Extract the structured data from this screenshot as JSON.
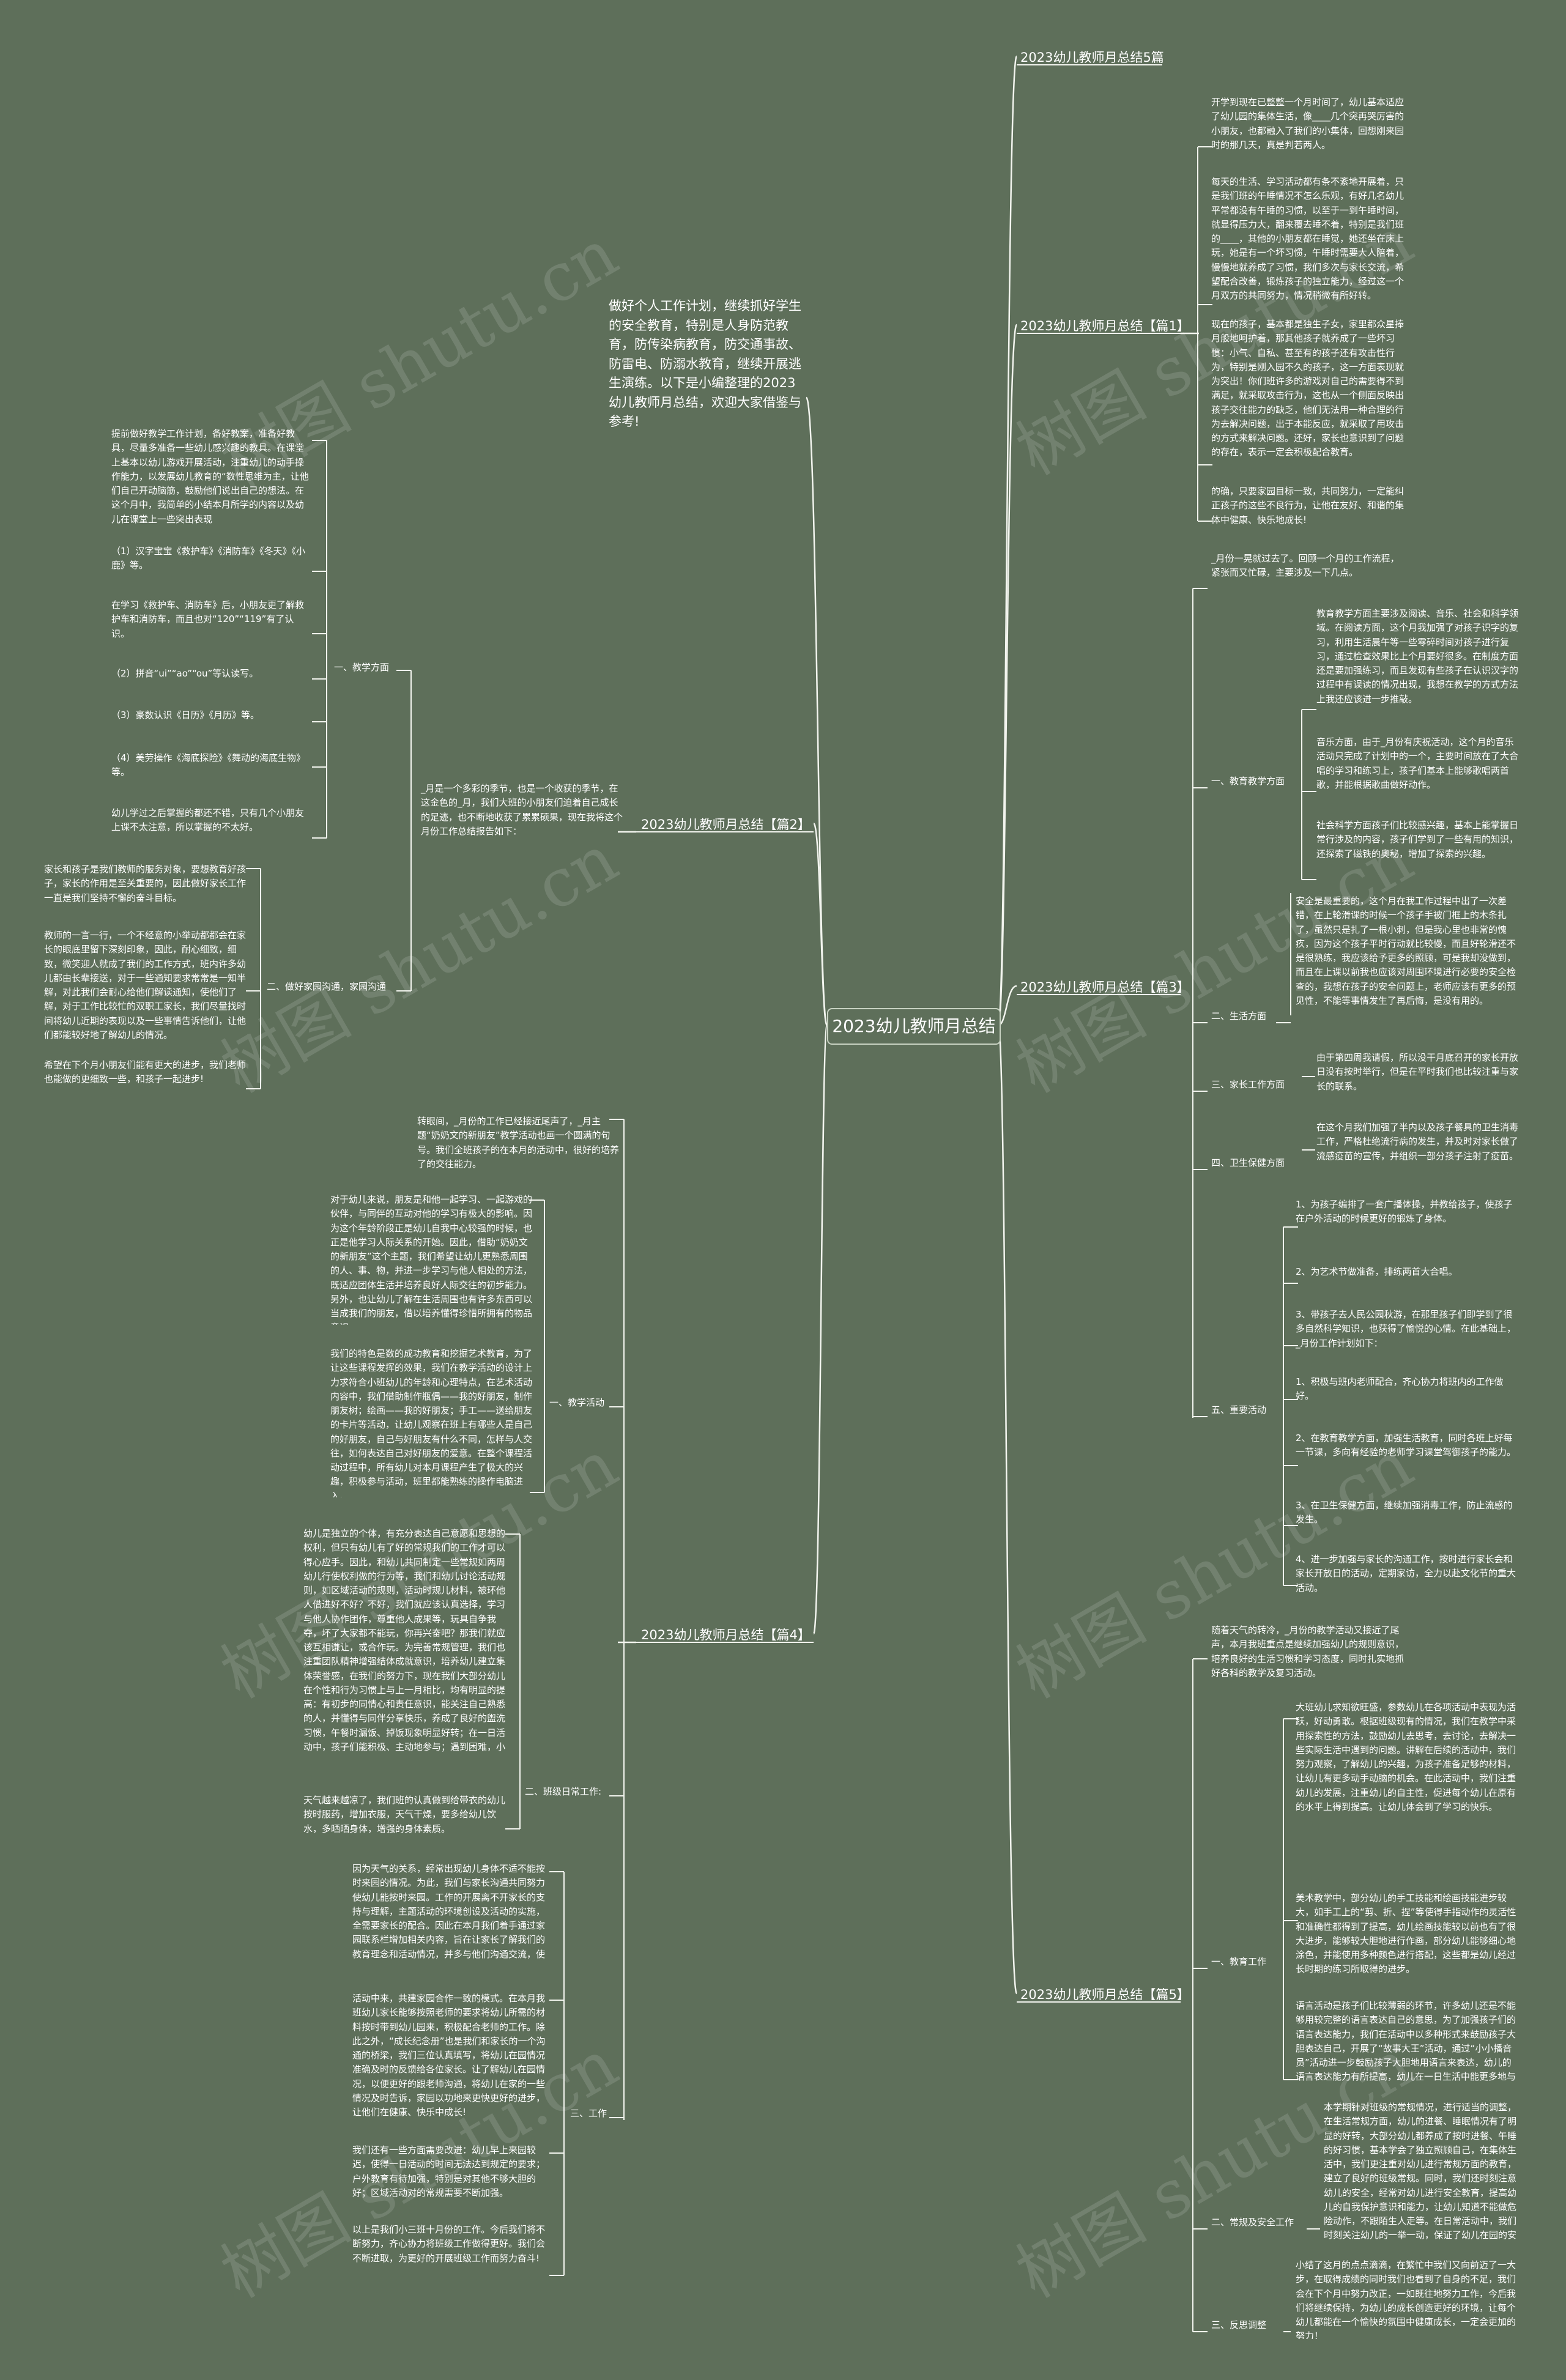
{
  "root": "2023幼儿教师月总结",
  "intro": "做好个人工作计划，继续抓好学生的安全教育，特别是人身防范教育，防传染病教育，防交通事故、防雷电、防溺水教育，继续开展逃生演练。以下是小编整理的2023幼儿教师月总结，欢迎大家借鉴与参考!",
  "watermark": "树图 shutu.cn",
  "t0": "2023幼儿教师月总结5篇",
  "p1": {
    "title": "2023幼儿教师月总结【篇1】",
    "items": [
      "开学到现在已整整一个月时间了，幼儿基本适应了幼儿园的集体生活，像____几个突再哭厉害的小朋友，也都融入了我们的小集体，回想刚来园时的那几天，真是判若两人。",
      "每天的生活、学习活动都有条不紊地开展着，只是我们班的午睡情况不怎么乐观，有好几名幼儿平常都没有午睡的习惯，以至于一到午睡时间，就显得压力大，翻来覆去睡不着，特别是我们班的____，其他的小朋友都在睡觉，她还坐在床上玩，她是有一个坏习惯，午睡时需要大人陪着，慢慢地就养成了习惯，我们多次与家长交流，希望配合改善，锻炼孩子的独立能力，经过这一个月双方的共同努力，情况稍微有所好转。",
      "现在的孩子，基本都是独生子女，家里都众星捧月般地呵护着，那其他孩子就养成了一些坏习惯：小气、自私、甚至有的孩子还有攻击性行为，特别是刚入园不久的孩子，这一方面表现就为突出！你们班许多的游戏对自己的需要得不到满足，就采取攻击行为，这也从一个侧面反映出孩子交往能力的缺乏，他们无法用一种合理的行为去解决问题，出于本能反应，就采取了用攻击的方式来解决问题。还好，家长也意识到了问题的存在，表示一定会积极配合教育。",
      "的确，只要家园目标一致，共同努力，一定能纠正孩子的这些不良行为，让他在友好、和谐的集体中健康、快乐地成长!"
    ]
  },
  "p2": {
    "title": "2023幼儿教师月总结【篇2】",
    "summary": "_月是一个多彩的季节，也是一个收获的季节，在这金色的_月，我们大班的小朋友们迫着自己成长的足迹，也不断地收获了累累硕果，现在我将这个月份工作总结报告如下：",
    "branches": [
      {
        "label": "一、教学方面",
        "items": [
          "提前做好教学工作计划，备好教案，准备好教具，尽量多准备一些幼儿感兴趣的教具。在课堂上基本以幼儿游戏开展活动，注重幼儿的动手操作能力，以发展幼儿教育的“数性思维为主，让他们自己开动脑筋，鼓励他们说出自己的想法。在这个月中，我简单的小结本月所学的内容以及幼儿在课堂上一些突出表现",
          "（1）汉字宝宝《救护车》《消防车》《冬天》《小鹿》等。",
          "在学习《救护车、消防车》后，小朋友更了解救护车和消防车，而且也对“120”“119”有了认识。",
          "（2）拼音“ui”“ao”“ou”等认读写。",
          "（3）豪数认识《日历》《月历》等。",
          "（4）美劳操作《海底探险》《舞动的海底生物》等。",
          "幼儿学过之后掌握的都还不错，只有几个小朋友上课不太注意，所以掌握的不太好。"
        ]
      },
      {
        "label": "二、做好家园沟通，家园沟通",
        "items": [
          "家长和孩子是我们教师的服务对象，要想教育好孩子，家长的作用是至关重要的，因此做好家长工作一直是我们坚持不懈的奋斗目标。",
          "教师的一言一行，一个不经意的小举动都都会在家长的眼底里留下深刻印象，因此，耐心细致，细致，微笑迎人就成了我们的工作方式，班内许多幼儿都由长辈接送，对于一些通知要求常常是一知半解，对此我们会耐心给他们解读通知，使他们了解，对于工作比较忙的双职工家长，我们尽量找时间将幼儿近期的表现以及一些事情告诉他们，让他们都能较好地了解幼儿的情况。",
          "希望在下个月小朋友们能有更大的进步，我们老师也能做的更细致一些，和孩子一起进步!"
        ]
      }
    ]
  },
  "p3": {
    "title": "2023幼儿教师月总结【篇3】",
    "summary": "_月份一晃就过去了。回顾一个月的工作流程，紧张而又忙碌，主要涉及一下几点。",
    "branches": [
      {
        "label": "一、教育教学方面",
        "items": [
          "教育教学方面主要涉及阅读、音乐、社会和科学领域。在阅读方面，这个月我加强了对孩子识字的复习，利用生活晨午等一些零碎时间对孩子进行复习，通过检查效果比上个月要好很多。在制度方面还是要加强练习，而且发现有些孩子在认识汉字的过程中有误读的情况出现，我想在教学的方式方法上我还应该进一步推敲。",
          "音乐方面，由于_月份有庆祝活动，这个月的音乐活动只完成了计划中的一个，主要时间放在了大合唱的学习和练习上，孩子们基本上能够歌唱两首歌，并能根据歌曲做好动作。",
          "社会科学方面孩子们比较感兴趣，基本上能掌握日常行涉及的内容，孩子们学到了一些有用的知识，还探索了磁铁的奥秘，增加了探索的兴趣。"
        ]
      },
      {
        "label": "二、生活方面",
        "items": [
          "安全是最重要的，这个月在我工作过程中出了一次差错，在上轮滑课的时候一个孩子手被门框上的木条扎了，虽然只是扎了一根小刺，但是我心里也非常的愧疚，因为这个孩子平时行动就比较慢，而且好轮滑还不是很熟练，我应该给予更多的照顾，可是我却没做到，而且在上课以前我也应该对周围环境进行必要的安全检查的，我想在孩子的安全问题上，老师应该有更多的预见性，不能等事情发生了再后悔，是没有用的。"
        ]
      },
      {
        "label": "三、家长工作方面",
        "items": [
          "由于第四周我请假，所以没干月底召开的家长开放日没有按时举行，但是在平时我们也比较注重与家长的联系。"
        ]
      },
      {
        "label": "四、卫生保健方面",
        "items": [
          "在这个月我们加强了半内以及孩子餐具的卫生消毒工作，严格杜绝流行病的发生，并及时对家长做了流感疫苗的宣传，并组织一部分孩子注射了疫苗。"
        ]
      },
      {
        "label": "五、重要活动",
        "items": [
          "1、为孩子编排了一套广播体操，并教给孩子，使孩子在户外活动的时候更好的锻炼了身体。",
          "2、为艺术节做准备，排练两首大合唱。",
          "3、带孩子去人民公园秋游，在那里孩子们即学到了很多自然科学知识，也获得了愉悦的心情。在此基础上，_月份工作计划如下：",
          "1、积极与班内老师配合，齐心协力将班内的工作做好。",
          "2、在教育教学方面，加强生活教育，同时各班上好每一节课，多向有经验的老师学习课堂驾御孩子的能力。",
          "3、在卫生保健方面，继续加强消毒工作，防止流感的发生。",
          "4、进一步加强与家长的沟通工作，按时进行家长会和家长开放日的活动，定期家访，全力以赴文化节的重大活动。"
        ]
      }
    ]
  },
  "p4": {
    "title": "2023幼儿教师月总结【篇4】",
    "summary": "转眼间，_月份的工作已经接近尾声了，_月主题“奶奶文的新朋友”教学活动也画一个圆满的句号。我们全班孩子的在本月的活动中，很好的培养了的交往能力。",
    "branches": [
      {
        "label": "一、教学活动",
        "items": [
          "对于幼儿来说，朋友是和他一起学习、一起游戏的伙伴，与同伴的互动对他的学习有极大的影响。因为这个年龄阶段正是幼儿自我中心较强的时候，也正是他学习人际关系的开始。因此，借助“奶奶文的新朋友”这个主题，我们希望让幼儿更熟悉周围的人、事、物，并进一步学习与他人相处的方法，既适应团体生活并培养良好人际交往的初步能力。另外，也让幼儿了解在生活周围也有许多东西可以当成我们的朋友，借以培养懂得珍惜所拥有的物品意识。",
          "我们的特色是数的成功教育和挖掘艺术教育，为了让这些课程发挥的效果，我们在教学活动的设计上力求符合小班幼儿的年龄和心理特点，在艺术活动内容中，我们借助制作瓶偶——我的好朋友，制作朋友树；绘画——我的好朋友；手工——送给朋友的卡片等活动，让幼儿观察在班上有哪些人是自己的好朋友，自己与好朋友有什么不同，怎样与人交往，如何表达自己对好朋友的爱意。在整个课程活动过程中，所有幼儿对本月课程产生了极大的兴趣，积极参与活动，班里都能熟练的操作电脑进入。"
        ]
      },
      {
        "label": "二、班级日常工作:",
        "items": [
          "幼儿是独立的个体，有充分表达自己意愿和思想的权利，但只有幼儿有了好的常规我们的工作才可以得心应手。因此，和幼儿共同制定一些常规如两周幼儿行使权利做的行为等，我们和幼儿讨论活动规则，如区域活动的规则，活动时规儿材料，被环他人借进好不好？不好，我们就应该认真选择，学习与他人协作团作，尊重他人成果等，玩具自争我夺，坏了大家都不能玩，你再兴奋吧？那我们就应该互相谦让，或合作玩。为完善常规管理，我们也注重团队精神增强结体成就意识，培养幼儿建立集体荣誉感，在我们的努力下，现在我们大部分幼儿在个性和行为习惯上与上一月相比，均有明显的提高：有初步的同情心和责任意识，能关注自己熟悉的人，并懂得与同伴分享快乐，养成了良好的盥洗习惯，午餐时漏饭、掉饭现象明显好转；在一日活动中，孩子们能积极、主动地参与；遇到困难，小纠纷时，能既乐观、自信地面对。",
          "天气越来越凉了，我们班的认真做到给带衣的幼儿按时服药，增加衣服，天气干燥，要多给幼儿饮水，多晒晒身体，增强的身体素质。"
        ]
      },
      {
        "label": "三、工作",
        "items": [
          "因为天气的关系，经常出现幼儿身体不适不能按时来园的情况。为此，我们与家长沟通共同努力使幼儿能按时来园。工作的开展离不开家长的支持与理解，主题活动的环境创设及活动的实施，全需要家长的配合。因此在本月我们着手通过家园联系栏增加相关内容，旨在让家长了解我们的教育理念和活动情况，并多与他们沟通交流，使家长及时了解幼儿在园的表现和发展的情况，同时，家长也可以通过这个窗口有关获得家庭教育的知识。",
          "活动中来，共建家园合作一致的模式。在本月我班幼儿家长能够按照老师的要求将幼儿所需的材料按时带到幼儿园来，积极配合老师的工作。除此之外，“成长纪念册”也是我们和家长的一个沟通的桥梁，我们三位认真填写，将幼儿在园情况准确及时的反馈给各位家长。让了解幼儿在园情况，以便更好的跟老师沟通，将幼儿在家的一些情况及时告诉，家园以功地来更快更好的进步，让他们在健康、快乐中成长!",
          "我们还有一些方面需要改进：幼儿早上来园较迟，使得一日活动的时间无法达到规定的要求；户外教育有待加强，特别是对其他不够大胆的好；区域活动对的常规需要不断加强。",
          "以上是我们小三班十月份的工作。今后我们将不断努力，齐心协力将班级工作做得更好。我们会不断进取，为更好的开展班级工作而努力奋斗!"
        ]
      }
    ]
  },
  "p5": {
    "title": "2023幼儿教师月总结【篇5】",
    "summary": "随着天气的转冷，_月份的教学活动又接近了尾声，本月我班重点是继续加强幼儿的规则意识，培养良好的生活习惯和学习态度，同时扎实地抓好各科的教学及复习活动。",
    "branches": [
      {
        "label": "一、教育工作",
        "items": [
          "大班幼儿求知欲旺盛，参数幼儿在各项活动中表现为活跃，好动勇敢。根据班级现有的情况，我们在教学中采用探索性的方法，鼓励幼儿去思考，去讨论，去解决一些实际生活中遇到的问题。讲解在后续的活动中，我们努力观察，了解幼儿的兴趣，为孩子准备足够的材料，让幼儿有更多动手动脑的机会。在此活动中，我们注重幼儿的发展，注重幼儿的自主性，促进每个幼儿在原有的水平上得到提高。让幼儿体会到了学习的快乐。",
          "美术教学中，部分幼儿的手工技能和绘画技能进步较大，如手工上的“剪、折、捏”等使得手指动作的灵活性和准确性都得到了提高，幼儿绘画技能较以前也有了很大进步，能够较大胆地进行作画，部分幼儿能够细心地涂色，并能使用多种颜色进行搭配，这些都是幼儿经过长时期的练习所取得的进步。",
          "语言活动是孩子们比较薄弱的环节，许多幼儿还是不能够用较完整的语言表达自己的意思，为了加强孩子们的语言表达能力，我们在活动中以多种形式来鼓励孩子大胆表达自己，开展了“故事大王”活动，通过“小小播音员”活动进一步鼓励孩子大胆地用语言来表达，幼儿的语言表达能力有所提高，幼儿在一日生活中能更多地与同伴和老师交流。"
        ]
      },
      {
        "label": "二、常规及安全工作",
        "items": [
          "本学期针对班级的常规情况，进行适当的调整，在生活常规方面，幼儿的进餐、睡眠情况有了明显的好转，大部分幼儿都养成了按时进餐、午睡的好习惯，基本学会了独立照顾自己，在集体生活中，我们更注重对幼儿进行常规方面的教育，建立了良好的班级常规。同时，我们还时刻注意幼儿的安全，经常对幼儿进行安全教育，提高幼儿的自我保护意识和能力，让幼儿知道不能做危险动作，不跟陌生人走等。在日常活动中，我们时刻关注幼儿的一举一动，保证了幼儿在园的安全。"
        ]
      },
      {
        "label": "三、反思调整",
        "items": [
          "小结了这月的点点滴滴，在繁忙中我们又向前迈了一大步，在取得成绩的同时我们也看到了自身的不足，我们会在下个月中努力改正，一如既往地努力工作，今后我们将继续保持，为幼儿的成长创造更好的环境，让每个幼儿都能在一个愉快的氛围中健康成长，一定会更加的努力！"
        ]
      }
    ]
  }
}
